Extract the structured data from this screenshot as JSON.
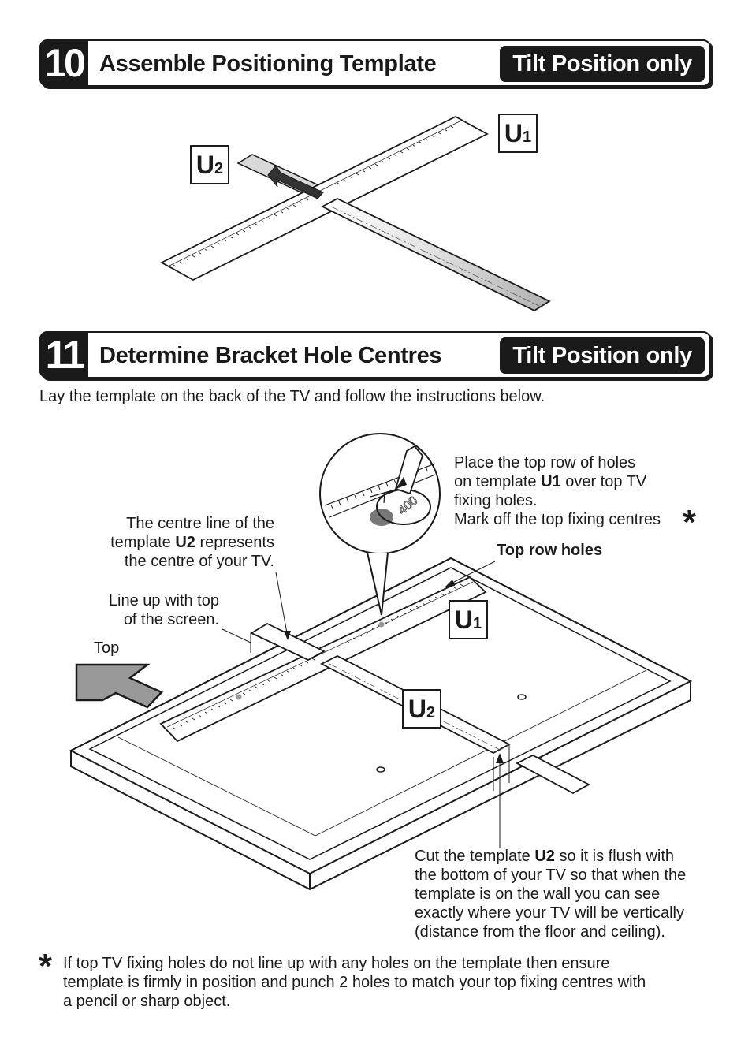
{
  "step10": {
    "number": "10",
    "title": "Assemble Positioning Template",
    "badge": "Tilt Position only"
  },
  "step11": {
    "number": "11",
    "title": "Determine Bracket Hole Centres",
    "badge": "Tilt Position only",
    "intro": "Lay the template on the back of the TV and follow the instructions below."
  },
  "labels": {
    "u1_main": "U",
    "u1_sub": "1",
    "u2_main": "U",
    "u2_sub": "2"
  },
  "callouts": {
    "top_holes_l1": "Place the top row of holes",
    "top_holes_l2a": "on template ",
    "top_holes_l2b": "U1",
    "top_holes_l2c": " over top TV",
    "top_holes_l3": "fixing holes.",
    "top_holes_l4": "Mark off the top fixing centres",
    "asterisk": "*",
    "top_row_holes": "Top row holes",
    "centre_l1": "The centre line of the",
    "centre_l2a": "template ",
    "centre_l2b": "U2",
    "centre_l2c": " represents",
    "centre_l3": "the centre of your TV.",
    "lineup_l1": "Line up with top",
    "lineup_l2": "of the screen.",
    "top": "Top",
    "cut_l1a": "Cut the template ",
    "cut_l1b": "U2",
    "cut_l1c": " so it is flush with",
    "cut_l2": "the bottom of your TV so that when the",
    "cut_l3": "template is on the wall you can see",
    "cut_l4": "exactly where your TV will be vertically",
    "cut_l5": "(distance from the floor and ceiling).",
    "zoom_number": "400"
  },
  "footnote": {
    "asterisk": "*",
    "l1": "If top TV fixing holes do not line up with any holes on the template then ensure",
    "l2": "template is firmly in position and punch 2 holes to match your top fixing centres with",
    "l3": "a pencil or sharp object."
  }
}
